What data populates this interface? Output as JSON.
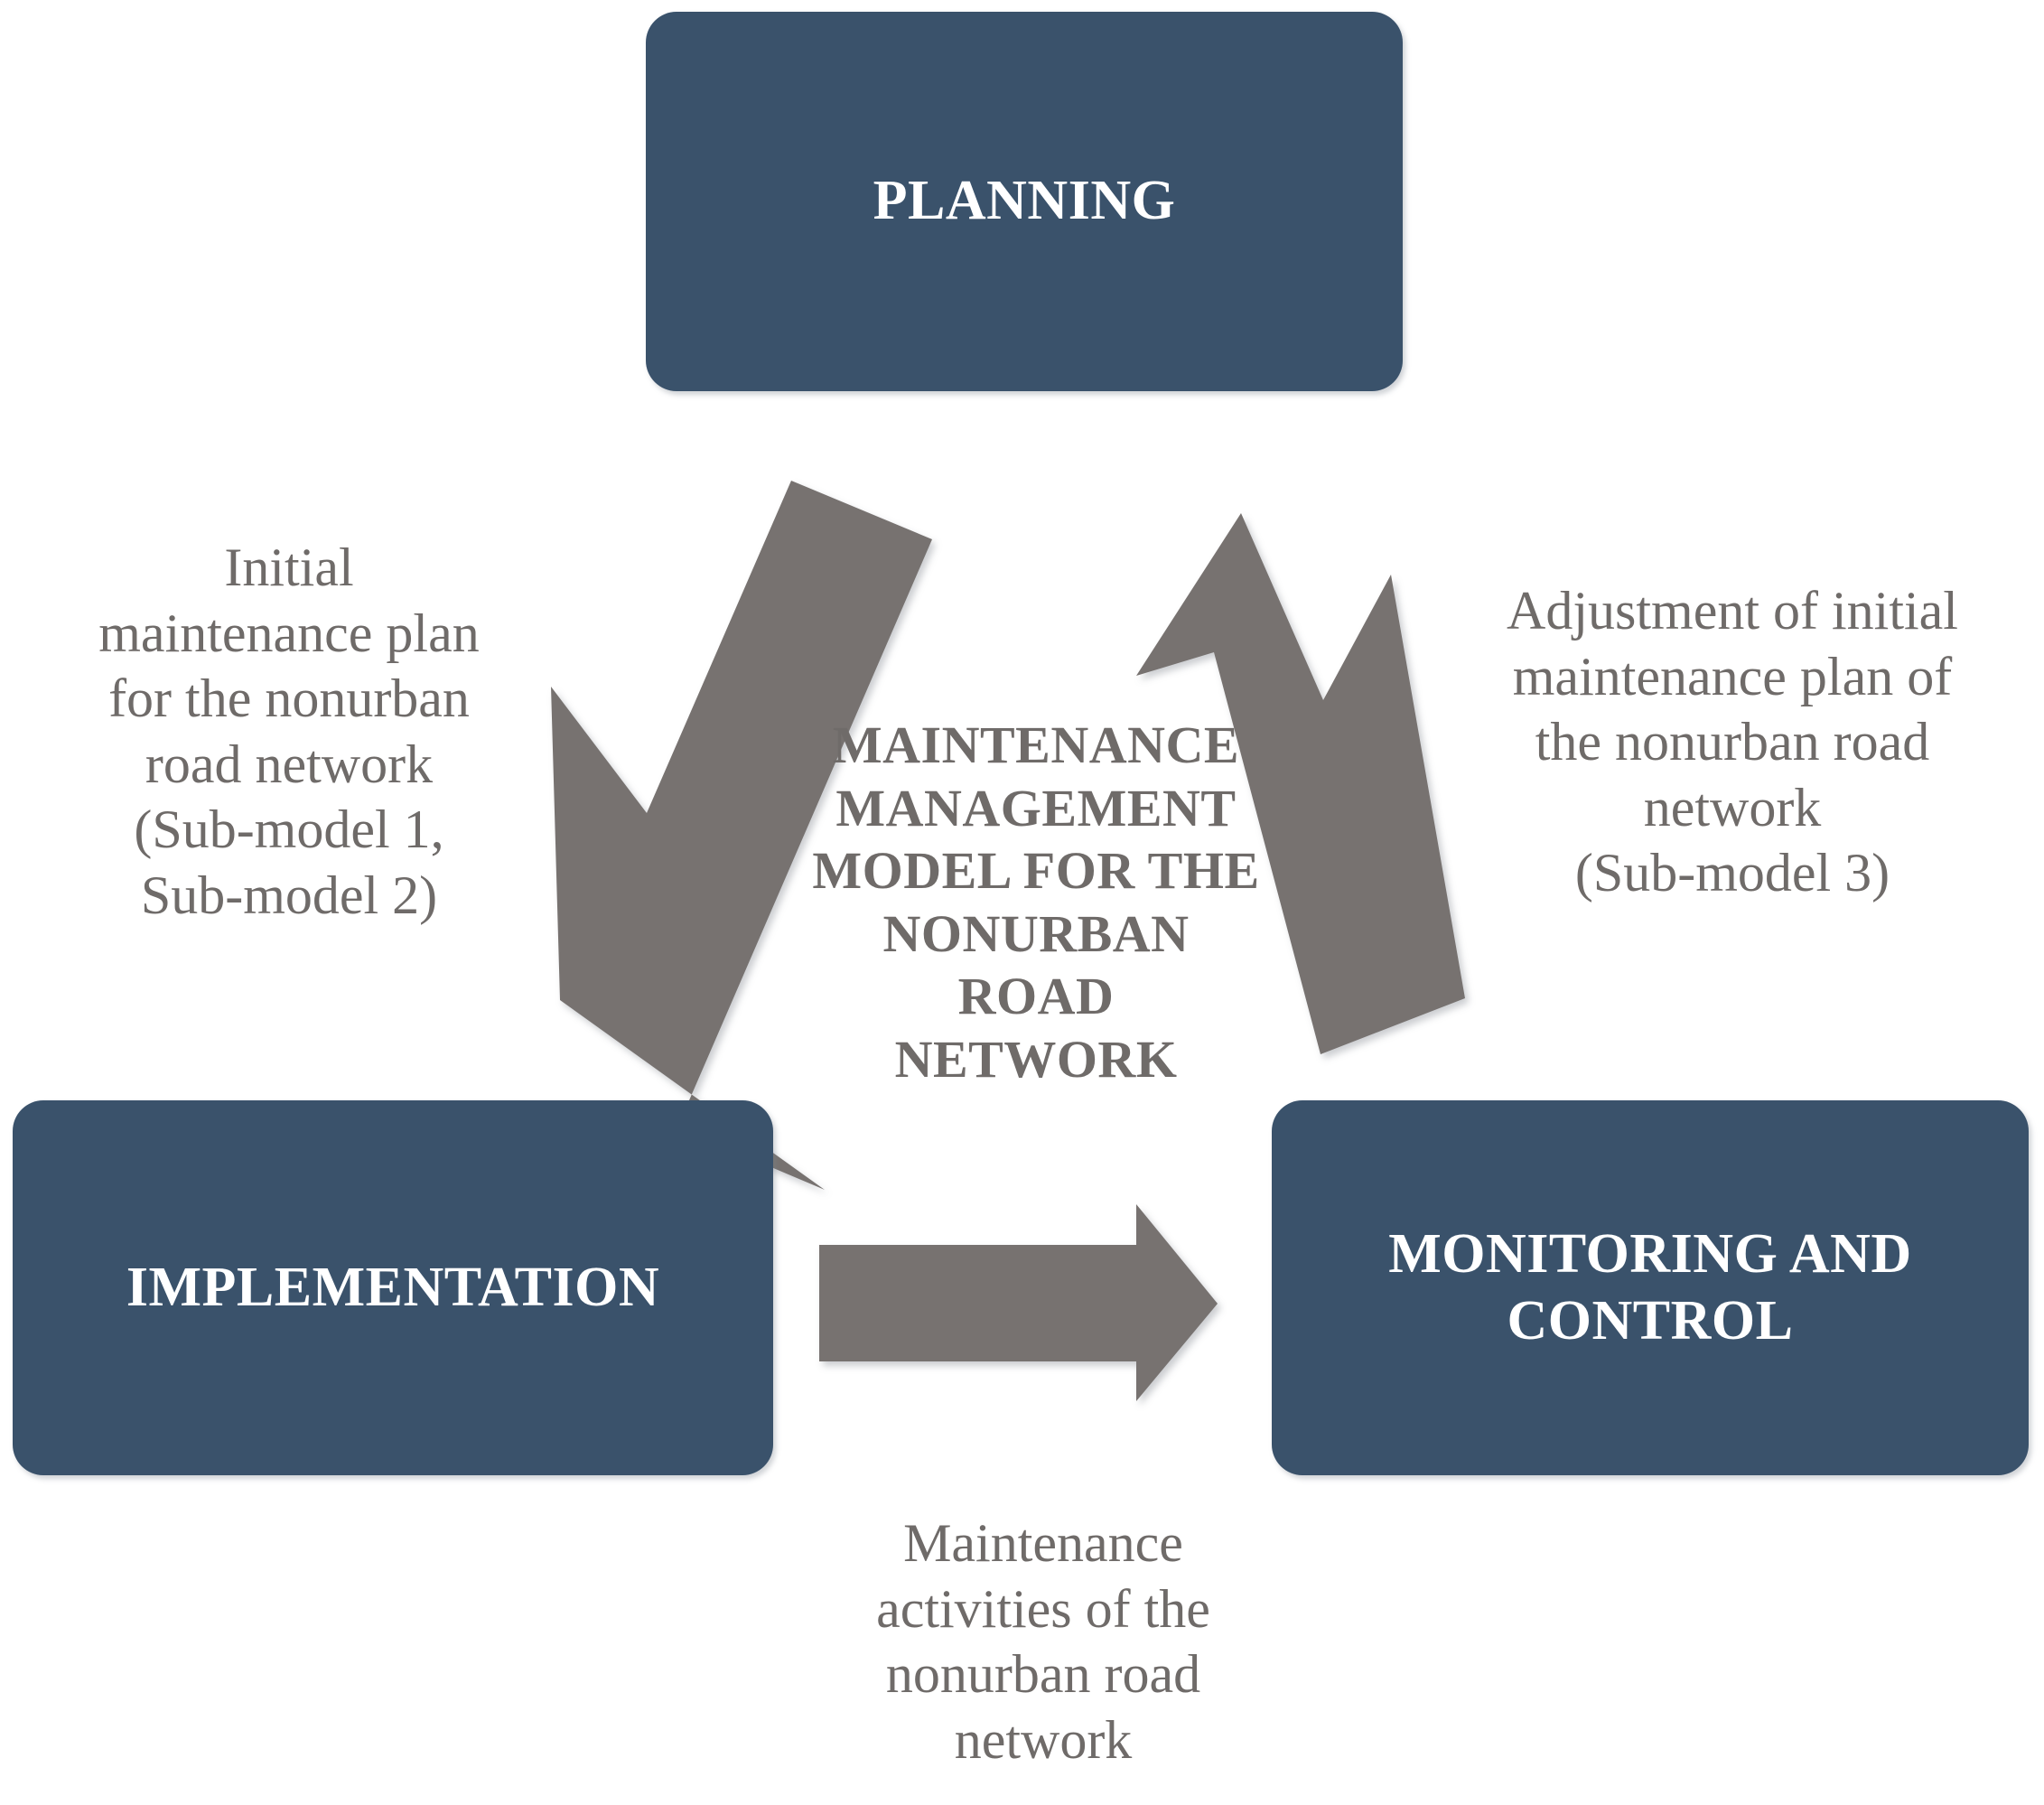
{
  "diagram": {
    "title_text": "MAINTENANCE MANAGEMENT MODEL FOR THE NONURBAN ROAD NETWORK",
    "center_label": "MAINTENANCE\nMANAGEMENT\nMODEL FOR THE\nNONURBAN\nROAD\nNETWORK",
    "colors": {
      "box_fill": "#3a526b",
      "box_text": "#ffffff",
      "arrow_fill": "#77726f",
      "annotation_text": "#6f6b69",
      "background": "#ffffff"
    },
    "nodes": [
      {
        "id": "planning",
        "label": "PLANNING"
      },
      {
        "id": "implementation",
        "label": "IMPLEMENTATION"
      },
      {
        "id": "monitoring",
        "label": "MONITORING AND\nCONTROL"
      }
    ],
    "edges": [
      {
        "id": "planning-to-implementation",
        "from": "planning",
        "to": "implementation",
        "direction": "down-left",
        "label": "Initial\nmaintenance plan\nfor the nonurban\nroad network\n(Sub-model 1,\nSub-model 2)"
      },
      {
        "id": "implementation-to-monitoring",
        "from": "implementation",
        "to": "monitoring",
        "direction": "right",
        "label": "Maintenance\nactivities of the\nnonurban road\nnetwork"
      },
      {
        "id": "monitoring-to-planning",
        "from": "monitoring",
        "to": "planning",
        "direction": "up-left",
        "label": "Adjustment of initial\nmaintenance plan of\nthe nonurban road\nnetwork\n(Sub-model 3)"
      }
    ]
  }
}
